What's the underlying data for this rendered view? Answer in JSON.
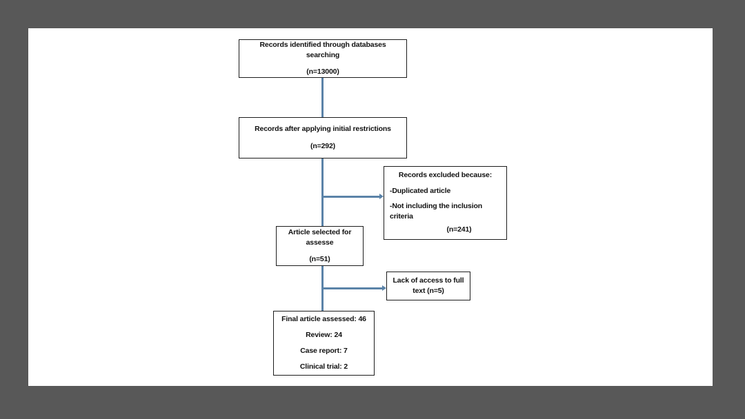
{
  "figure": {
    "type": "prisma-flow-diagram",
    "background_color": "#585858",
    "canvas_color": "#ffffff",
    "box_border_color": "#1c1c1c",
    "connector_color": "#5b83a8"
  },
  "nodes": {
    "records_identified": {
      "line1": "Records identified through databases searching",
      "line2": "(n=13000)"
    },
    "records_after_restrictions": {
      "line1": "Records after applying initial restrictions",
      "line2": "(n=292)"
    },
    "records_excluded": {
      "line1": "Records excluded because:",
      "line2": "-Duplicated article",
      "line3": "-Not including the inclusion criteria",
      "line4": "(n=241)"
    },
    "article_selected": {
      "line1": "Article selected for",
      "line2": "assesse",
      "line3": "(n=51)"
    },
    "lack_of_access": {
      "line1": "Lack of access to full",
      "line2": "text (n=5)"
    },
    "final_articles": {
      "line1": "Final article assessed: 46",
      "line2": "Review: 24",
      "line3": "Case report: 7",
      "line4": "Clinical trial: 2"
    }
  },
  "chart_data": {
    "type": "diagram",
    "title": "PRISMA study selection flow",
    "stages": [
      {
        "label": "Records identified through databases searching",
        "n": 13000
      },
      {
        "label": "Records after applying initial restrictions",
        "n": 292
      },
      {
        "label": "Records excluded because: -Duplicated article; -Not including the inclusion criteria",
        "n": 241
      },
      {
        "label": "Article selected for assesse",
        "n": 51
      },
      {
        "label": "Lack of access to full text",
        "n": 5
      },
      {
        "label": "Final article assessed",
        "n": 46
      }
    ],
    "final_breakdown": [
      {
        "label": "Review",
        "value": 24
      },
      {
        "label": "Case report",
        "value": 7
      },
      {
        "label": "Clinical trial",
        "value": 2
      }
    ]
  }
}
